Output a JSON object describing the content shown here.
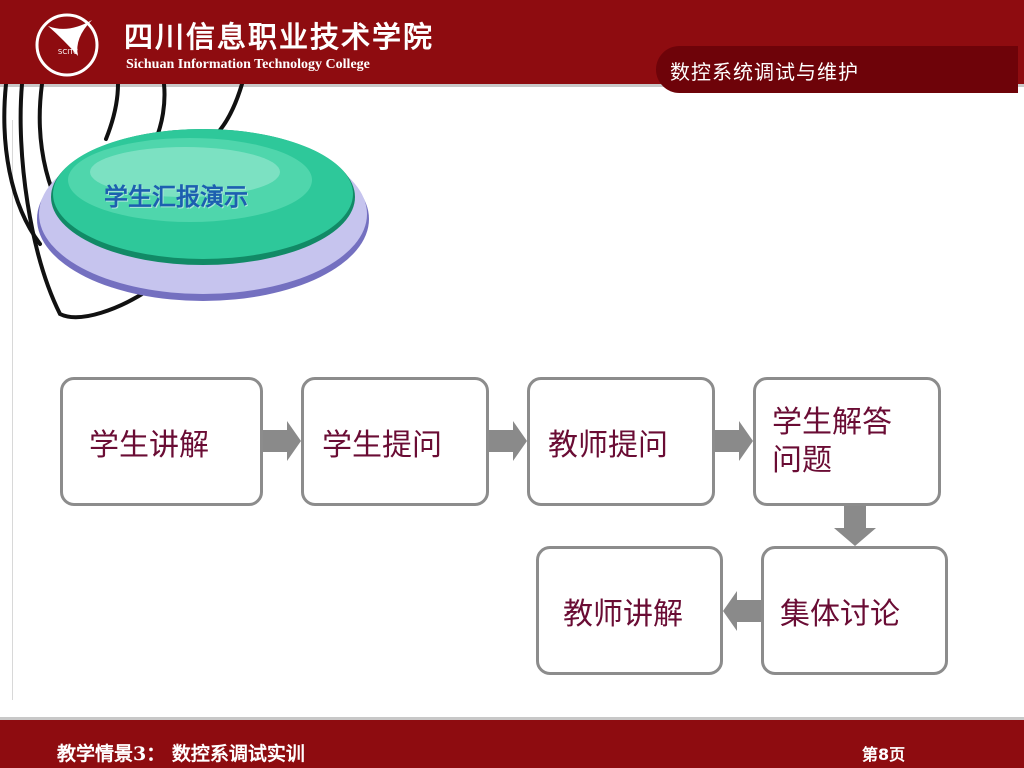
{
  "header": {
    "college_cn": "四川信息职业技术学院",
    "college_en": "Sichuan Information Technology College",
    "logo_text": "SCITC",
    "course_title": "数控系统调试与维护"
  },
  "badge": {
    "label": "学生汇报演示"
  },
  "flow": {
    "step1": "学生讲解",
    "step2": "学生提问",
    "step3": "教师提问",
    "step4_line1": "学生解答",
    "step4_line2": "问题",
    "step5": "集体讨论",
    "step6": "教师讲解"
  },
  "footer": {
    "scenario": "教学情景3：  数控系调试实训",
    "page": "第8页"
  },
  "colors": {
    "header_red": "#8e0c10",
    "tab_red": "#6e0309",
    "badge_green": "#2ec89a",
    "badge_text": "#1c5fb0",
    "box_border": "#8c8c8c",
    "box_text": "#6a0c34",
    "arrow_gray": "#8a8a8a"
  }
}
